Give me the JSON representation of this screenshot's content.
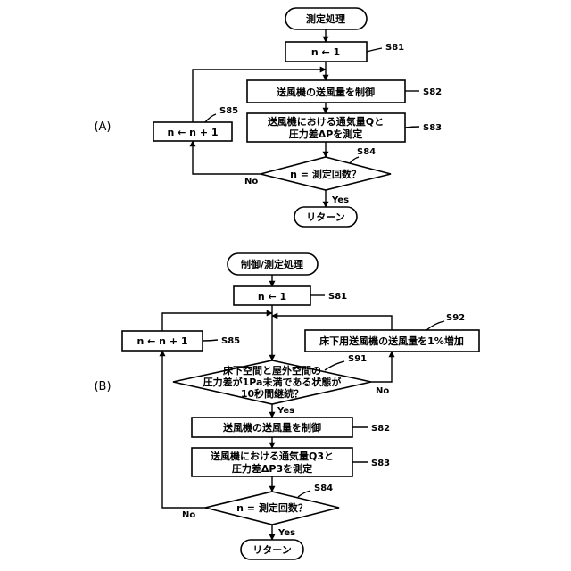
{
  "part_labels": {
    "a": "(A)",
    "b": "(B)"
  },
  "diagram_a": {
    "start": "測定処理",
    "init": "n ← 1",
    "control": "送風機の送風量を制御",
    "measure_line1": "送風機における通気量Qと",
    "measure_line2": "圧力差ΔPを測定",
    "increment": "n ← n + 1",
    "decision": "n = 測定回数？",
    "end": "リターン",
    "yes": "Yes",
    "no": "No",
    "steps": {
      "init": "S81",
      "control": "S82",
      "measure": "S83",
      "decision": "S84",
      "increment": "S85"
    }
  },
  "diagram_b": {
    "start": "制御/測定処理",
    "init": "n ← 1",
    "increment": "n ← n + 1",
    "adjust": "床下用送風機の送風量を1%増加",
    "condition_line1": "床下空間と屋外空間の",
    "condition_line2": "圧力差が1Pa未満である状態が",
    "condition_line3": "10秒間継続？",
    "control": "送風機の送風量を制御",
    "measure_line1": "送風機における通気量Q3と",
    "measure_line2": "圧力差ΔP3を測定",
    "decision": "n = 測定回数？",
    "end": "リターン",
    "yes_condition": "Yes",
    "no_condition": "No",
    "yes_decision": "Yes",
    "no_decision": "No",
    "steps": {
      "init": "S81",
      "increment": "S85",
      "adjust": "S92",
      "condition": "S91",
      "control": "S82",
      "measure": "S83",
      "decision": "S84"
    }
  }
}
